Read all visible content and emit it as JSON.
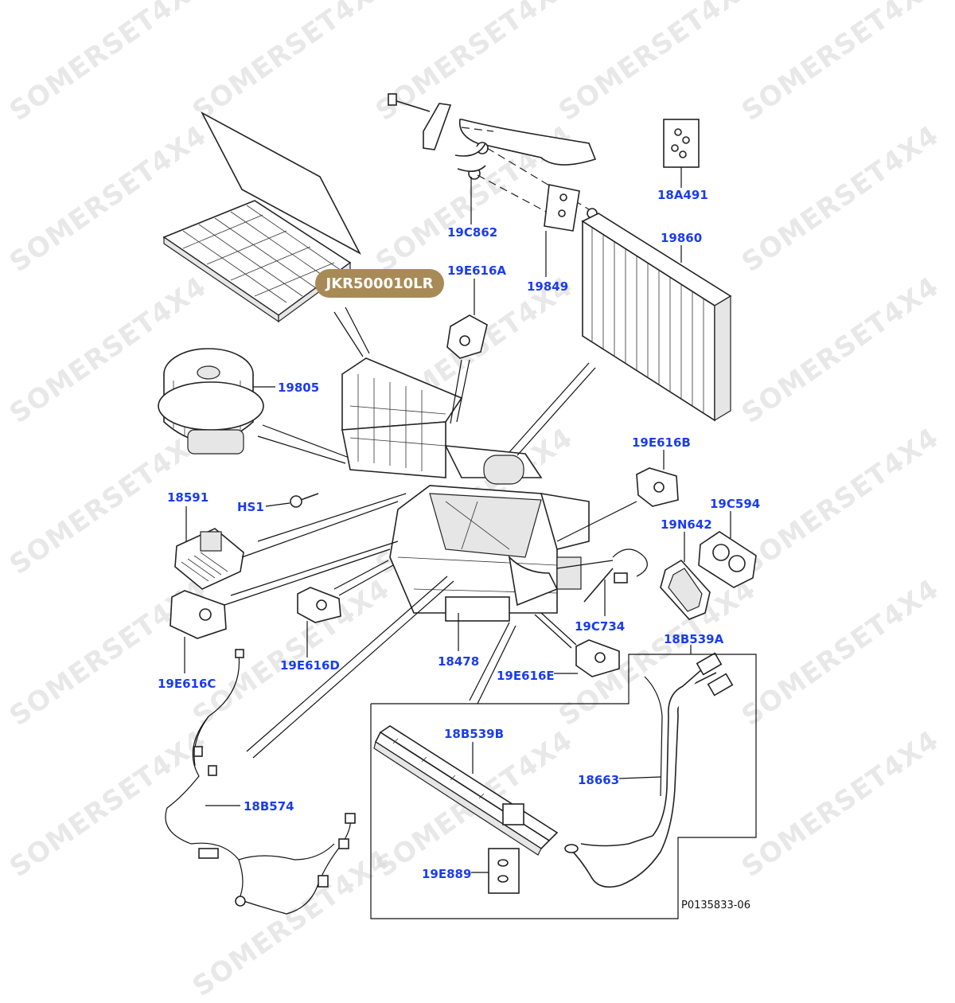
{
  "badge": "JKR500010LR",
  "figure_ref": "P0135833-06",
  "watermark": "SOMERSET4X4",
  "parts": {
    "p18A491": "18A491",
    "p19C862": "19C862",
    "p19860": "19860",
    "p19849": "19849",
    "p19E616A": "19E616A",
    "p19805": "19805",
    "p19E616B": "19E616B",
    "p19C594": "19C594",
    "p19N642": "19N642",
    "p18591": "18591",
    "pHS1": "HS1",
    "p19C734": "19C734",
    "p18B539A": "18B539A",
    "p19E616D": "19E616D",
    "p18478": "18478",
    "p19E616E": "19E616E",
    "p19E616C": "19E616C",
    "p18B539B": "18B539B",
    "p18663": "18663",
    "p18B574": "18B574",
    "p19E889": "19E889"
  },
  "colors": {
    "label": "#1a3cf0",
    "badge": "#a88a56",
    "watermark": "#d7d7d7"
  }
}
